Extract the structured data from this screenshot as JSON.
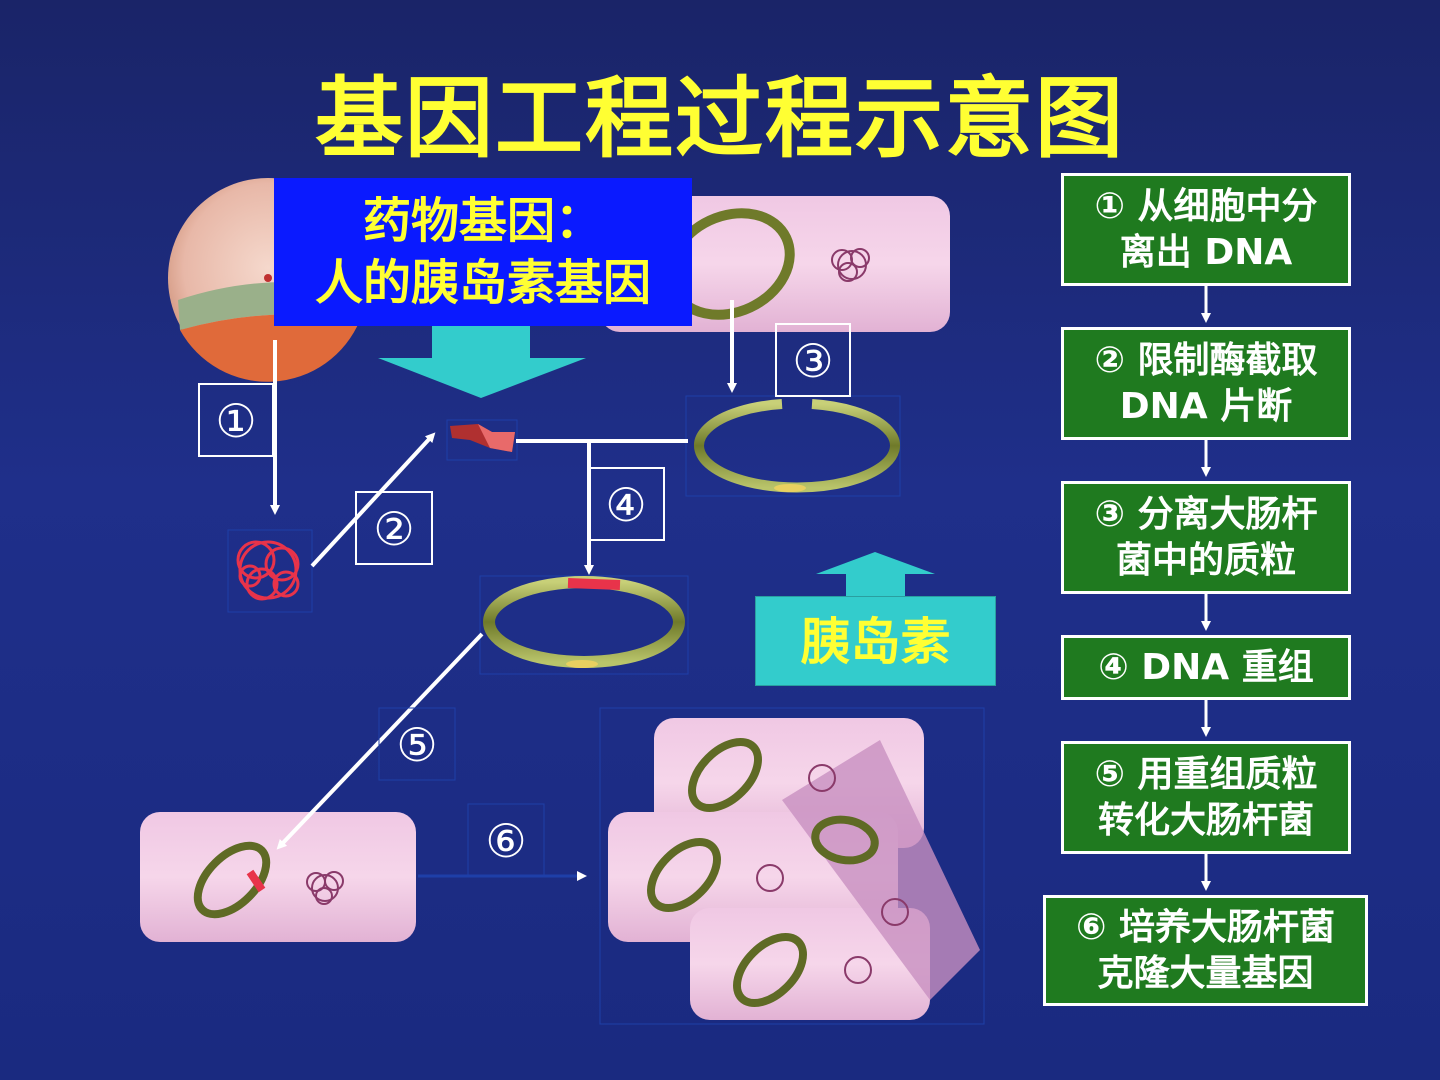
{
  "title": "基因工程过程示意图",
  "drug_gene_box": {
    "line1": "药物基因：",
    "line2": "人的胰岛素基因"
  },
  "insulin_label": "胰岛素",
  "diagram_numbers": [
    "①",
    "②",
    "③",
    "④",
    "⑤",
    "⑥"
  ],
  "steps": [
    {
      "num": "①",
      "text": "① 从细胞中分\n离出 DNA"
    },
    {
      "num": "②",
      "text": "② 限制酶截取\nDNA 片断"
    },
    {
      "num": "③",
      "text": "③ 分离大肠杆\n菌中的质粒"
    },
    {
      "num": "④",
      "text": "④  DNA 重组"
    },
    {
      "num": "⑤",
      "text": "⑤ 用重组质粒\n转化大肠杆菌"
    },
    {
      "num": "⑥",
      "text": "⑥ 培养大肠杆菌\n克隆大量基因"
    }
  ],
  "colors": {
    "background": "#1f2f8a",
    "title": "#ffff33",
    "step_box": "#1f7a1f",
    "drug_box": "#0a1aff",
    "insulin_box": "#33cccc",
    "bacterium": "#f2c2e0",
    "plasmid": "#9aa845",
    "dna": "#e8334a"
  }
}
